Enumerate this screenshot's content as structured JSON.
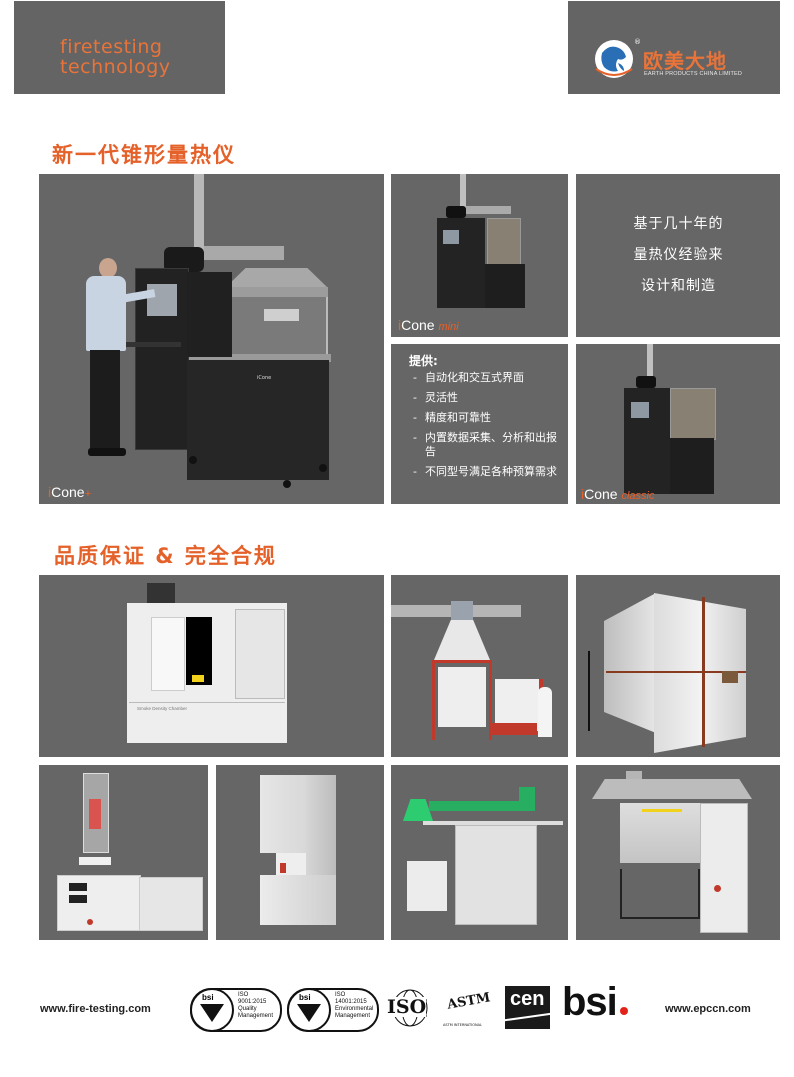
{
  "header": {
    "left_logo": {
      "line1": "firetesting",
      "line2": "technology"
    },
    "right_logo": {
      "cn_name": "欧美大地",
      "en_name": "EARTH PRODUCTS CHINA LIMITED",
      "registered_mark": "®"
    }
  },
  "section1": {
    "title": "新一代锥形量热仪",
    "main_product": {
      "brand_i": "i",
      "brand_name": "Cone",
      "suffix": "+",
      "panel_label": "iCone"
    },
    "mini_product": {
      "brand_i": "i",
      "brand_name": "Cone",
      "suffix": "mini"
    },
    "classic_product": {
      "brand_i": "i",
      "brand_name": "Cone",
      "suffix": "classic"
    },
    "info_box": {
      "lines": [
        "基于几十年的",
        "量热仪经验来",
        "设计和制造"
      ]
    },
    "features": {
      "heading": "提供:",
      "items": [
        "自动化和交互式界面",
        "灵活性",
        "精度和可靠性",
        "内置数据采集、分析和出报告",
        "不同型号满足各种预算需求"
      ]
    }
  },
  "section2": {
    "title": "品质保证 & 完全合规",
    "tiles": [
      {
        "name": "smoke-density-chamber",
        "panel_label": "Smoke Density Chamber"
      },
      {
        "name": "room-corner-hood"
      },
      {
        "name": "room-fire-test-enclosure"
      },
      {
        "name": "oxygen-index-tester"
      },
      {
        "name": "non-combustibility-furnace"
      },
      {
        "name": "smoke-toxicity-tester"
      },
      {
        "name": "flooring-radiant-panel"
      }
    ]
  },
  "footer": {
    "left_url": "www.fire-testing.com",
    "right_url": "www.epccn.com",
    "certs": [
      {
        "org": "bsi",
        "std": "ISO",
        "num": "9001:2015",
        "desc1": "Quality",
        "desc2": "Management"
      },
      {
        "org": "bsi",
        "std": "ISO",
        "num": "14001:2015",
        "desc1": "Environmental",
        "desc2": "Management"
      }
    ],
    "logos": {
      "iso": "ISO",
      "astm": "ASTM",
      "astm_sub": "ASTM INTERNATIONAL",
      "cen": "cen",
      "bsi": "bsi"
    }
  },
  "colors": {
    "accent_orange": "#e5612a",
    "tile_gray": "#666666",
    "header_gray": "#646464"
  }
}
